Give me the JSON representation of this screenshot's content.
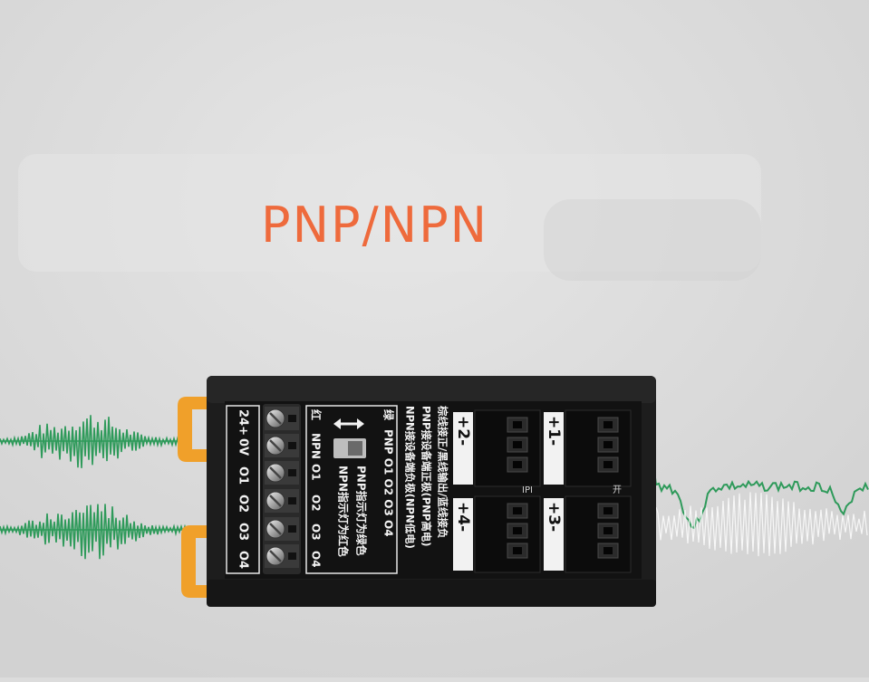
{
  "headline": "PNP/NPN",
  "colors": {
    "background": "#dcdcdc",
    "headline": "#ee6a3c",
    "waveform": "#2e9a5a",
    "module_body": "#1c1c1c",
    "din_clip": "#f0a02a"
  },
  "module": {
    "terminal_labels": [
      "24+",
      "0V",
      "O1",
      "O2",
      "O3",
      "O4"
    ],
    "switch_side_labels": [
      "红",
      "NPN",
      "O1",
      "O2",
      "O3",
      "O4"
    ],
    "switch_label_top": "绿",
    "pnp_row": "PNP O1 O2 O3 O4",
    "indicator_pnp": "PNP指示灯为绿色",
    "indicator_npn": "NPN指示灯为红色",
    "instructions": [
      "棕线接正/黑线输出/蓝线接负",
      "PNP接设备端正极(PNP高电)",
      "NPN接设备端负极(NPN低电)"
    ],
    "channels": [
      "+2-",
      "+1-",
      "+4-",
      "+3-"
    ],
    "channel_marks": [
      "IPI",
      "开"
    ]
  },
  "icons": [
    "double-arrow-icon"
  ]
}
